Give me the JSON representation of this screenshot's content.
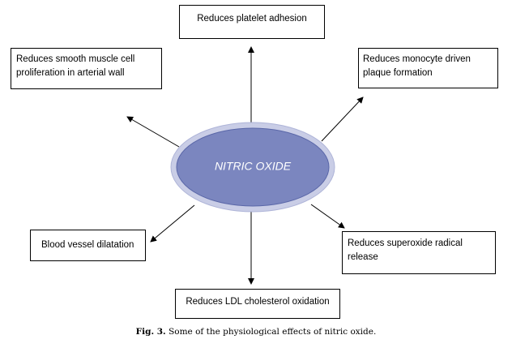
{
  "center": {
    "label": "NITRIC OXIDE"
  },
  "effects": {
    "top": "Reduces platelet adhesion",
    "top_left_line1": "Reduces smooth muscle cell",
    "top_left_line2": "proliferation in arterial wall",
    "top_right_line1": "Reduces monocyte driven",
    "top_right_line2": "plaque formation",
    "left": "Blood vessel dilatation",
    "bottom_right_line1": "Reduces superoxide radical",
    "bottom_right_line2": "release",
    "bottom": "Reduces LDL cholesterol oxidation"
  },
  "caption": {
    "label": "Fig. 3.",
    "text": "Some of the physiological effects of nitric oxide."
  },
  "colors": {
    "ellipse_fill": "#7b86bf",
    "ellipse_ring": "#c9cde6",
    "ellipse_stroke": "#5a67a8"
  }
}
